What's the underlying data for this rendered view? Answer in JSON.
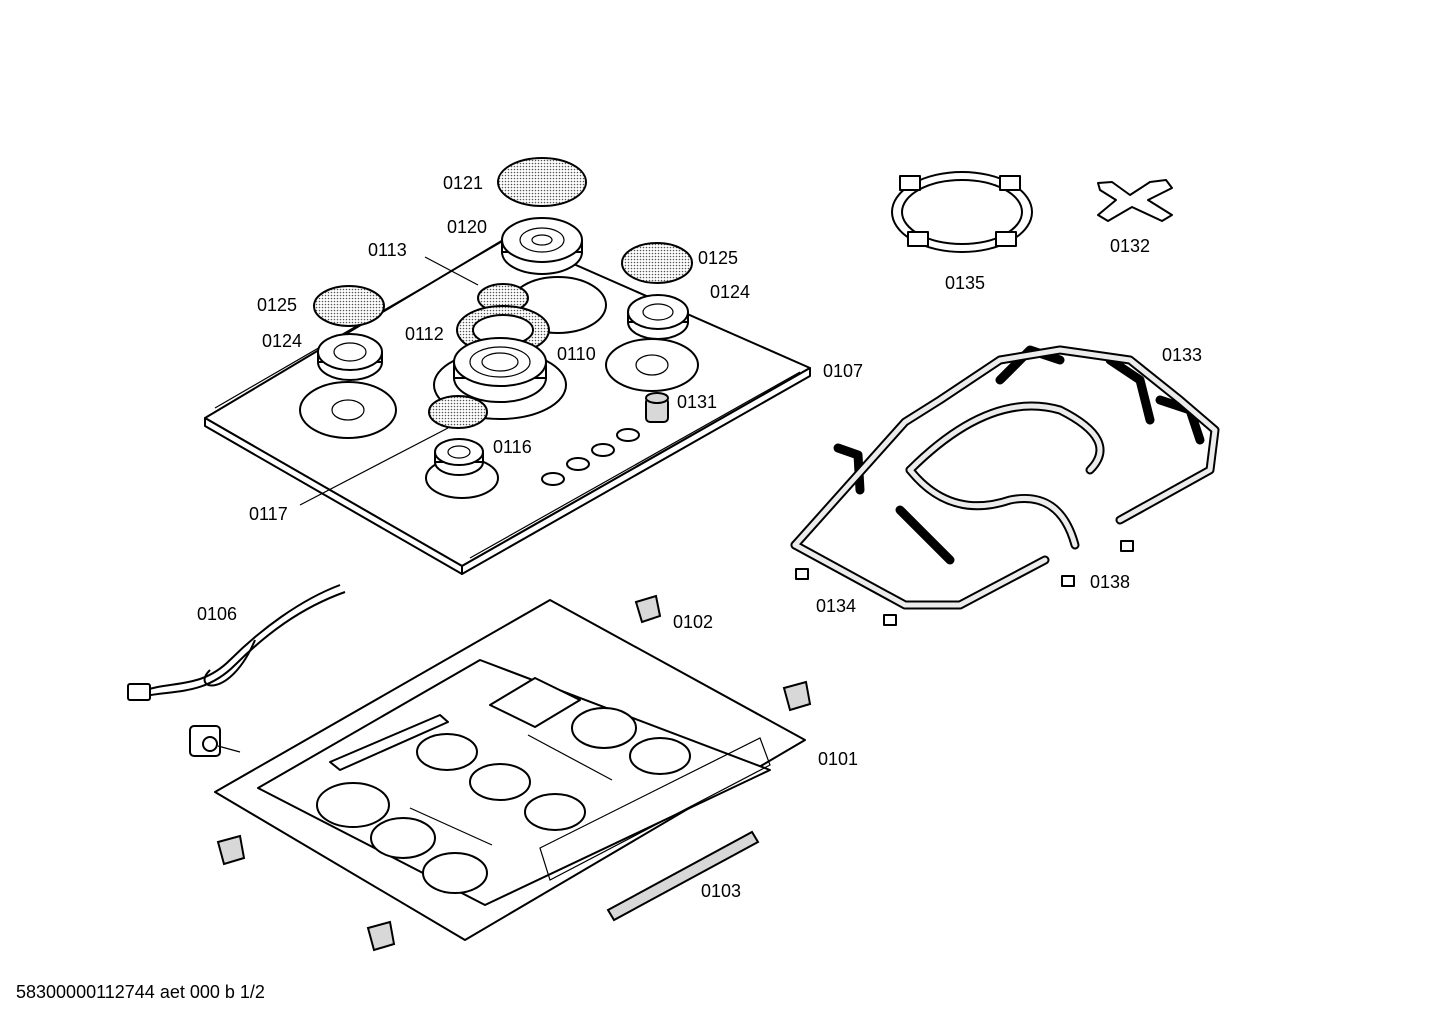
{
  "labels": {
    "p0121": "0121",
    "p0120": "0120",
    "p0113": "0113",
    "p0125a": "0125",
    "p0125b": "0125",
    "p0124a": "0124",
    "p0124b": "0124",
    "p0112": "0112",
    "p0110": "0110",
    "p0107": "0107",
    "p0131": "0131",
    "p0116": "0116",
    "p0117": "0117",
    "p0135": "0135",
    "p0132": "0132",
    "p0133": "0133",
    "p0134": "0134",
    "p0138": "0138",
    "p0106": "0106",
    "p0102": "0102",
    "p0101": "0101",
    "p0103": "0103"
  },
  "footer": "58300000112744 aet 000 b 1/2"
}
